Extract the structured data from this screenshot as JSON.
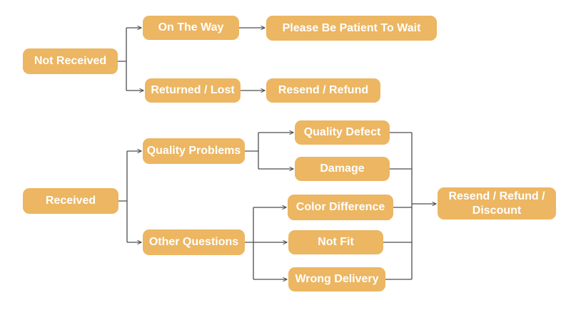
{
  "colors": {
    "node_fill": "#ECB662",
    "node_text": "#FFFFFF",
    "connector": "#4D4D4D",
    "background": "#FFFFFF"
  },
  "diagram": {
    "type": "flowchart",
    "nodes": [
      {
        "id": "not-received",
        "label": "Not Received"
      },
      {
        "id": "on-the-way",
        "label": "On The Way"
      },
      {
        "id": "please-be-patient",
        "label": "Please Be Patient To Wait"
      },
      {
        "id": "returned-lost",
        "label": "Returned / Lost"
      },
      {
        "id": "resend-refund",
        "label": "Resend / Refund"
      },
      {
        "id": "received",
        "label": "Received"
      },
      {
        "id": "quality-problems",
        "label": "Quality Problems"
      },
      {
        "id": "other-questions",
        "label": "Other Questions"
      },
      {
        "id": "quality-defect",
        "label": "Quality Defect"
      },
      {
        "id": "damage",
        "label": "Damage"
      },
      {
        "id": "color-difference",
        "label": "Color Difference"
      },
      {
        "id": "not-fit",
        "label": "Not Fit"
      },
      {
        "id": "wrong-delivery",
        "label": "Wrong Delivery"
      },
      {
        "id": "resend-refund-discount",
        "label": "Resend / Refund / Discount"
      }
    ],
    "edges": [
      {
        "from": "not-received",
        "to": "on-the-way"
      },
      {
        "from": "not-received",
        "to": "returned-lost"
      },
      {
        "from": "on-the-way",
        "to": "please-be-patient"
      },
      {
        "from": "returned-lost",
        "to": "resend-refund"
      },
      {
        "from": "received",
        "to": "quality-problems"
      },
      {
        "from": "received",
        "to": "other-questions"
      },
      {
        "from": "quality-problems",
        "to": "quality-defect"
      },
      {
        "from": "quality-problems",
        "to": "damage"
      },
      {
        "from": "other-questions",
        "to": "color-difference"
      },
      {
        "from": "other-questions",
        "to": "not-fit"
      },
      {
        "from": "other-questions",
        "to": "wrong-delivery"
      },
      {
        "from": "quality-defect",
        "to": "resend-refund-discount"
      },
      {
        "from": "damage",
        "to": "resend-refund-discount"
      },
      {
        "from": "color-difference",
        "to": "resend-refund-discount"
      },
      {
        "from": "not-fit",
        "to": "resend-refund-discount"
      },
      {
        "from": "wrong-delivery",
        "to": "resend-refund-discount"
      }
    ]
  }
}
